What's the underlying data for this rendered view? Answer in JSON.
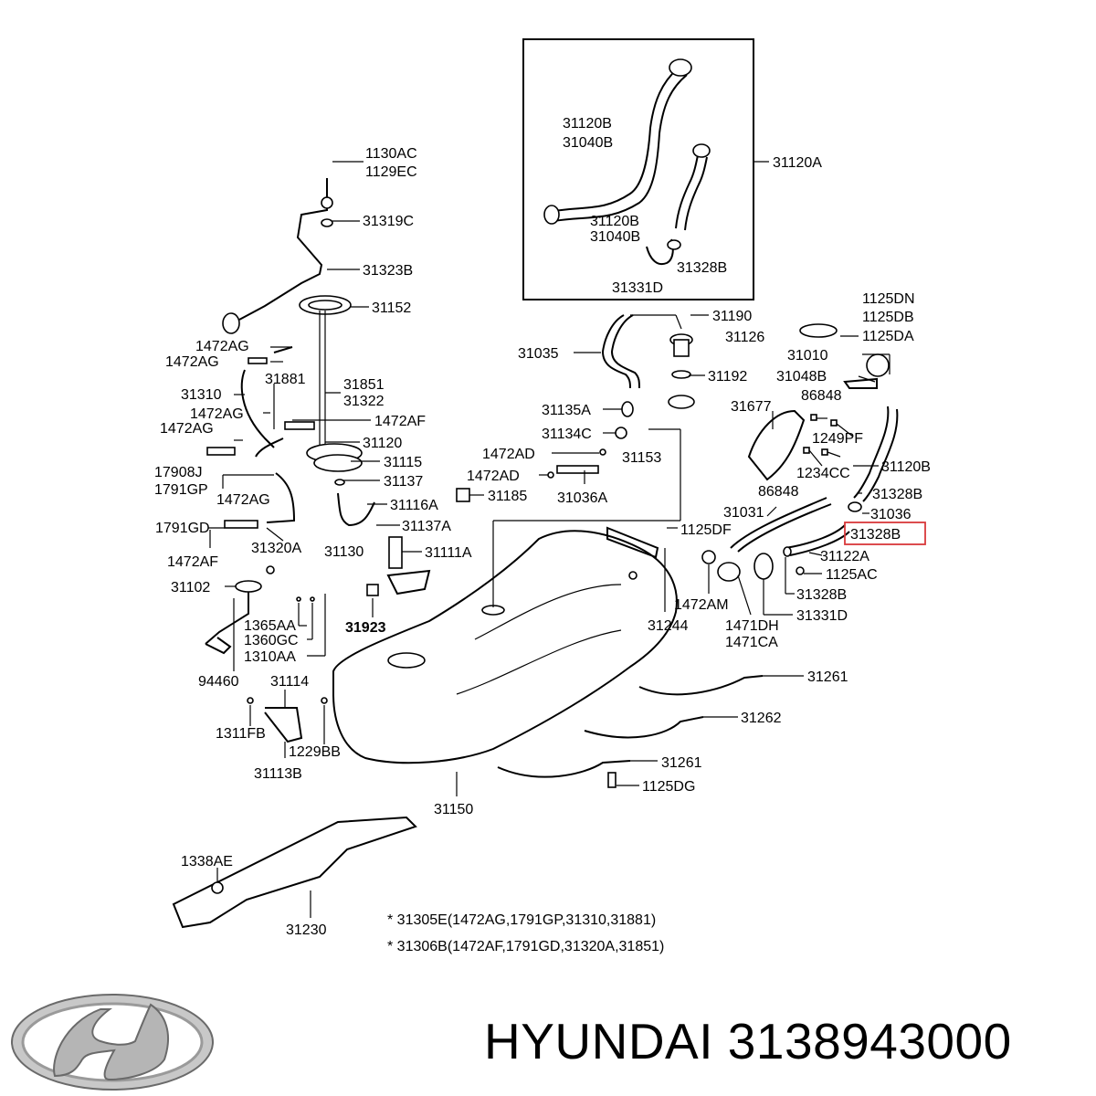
{
  "labels": {
    "l_1130ac": "1130AC",
    "l_1129ec": "1129EC",
    "l_31319c": "31319C",
    "l_31323b": "31323B",
    "l_31152": "31152",
    "l_1472ag_1": "1472AG",
    "l_1472ag_2": "1472AG",
    "l_31881": "31881",
    "l_31851": "31851",
    "l_31322": "31322",
    "l_31310": "31310",
    "l_1472ag_3": "1472AG",
    "l_1472af_1": "1472AF",
    "l_1472ag_4": "1472AG",
    "l_31120": "31120",
    "l_31115": "31115",
    "l_17908j": "17908J",
    "l_1791gp": "1791GP",
    "l_31137": "31137",
    "l_1472ag_5": "1472AG",
    "l_31116a": "31116A",
    "l_1791gd": "1791GD",
    "l_31137a": "31137A",
    "l_1472af_2": "1472AF",
    "l_31320a": "31320A",
    "l_31130": "31130",
    "l_31111a": "31111A",
    "l_31102": "31102",
    "l_1365aa": "1365AA",
    "l_1360gc": "1360GC",
    "l_1310aa": "1310AA",
    "l_31923": "31923",
    "l_94460": "94460",
    "l_31114": "31114",
    "l_1311fb": "1311FB",
    "l_1229bb": "1229BB",
    "l_31113b": "31113B",
    "l_31150": "31150",
    "l_1338ae": "1338AE",
    "l_31230": "31230",
    "l_31120b_1": "31120B",
    "l_31040b_1": "31040B",
    "l_31120a": "31120A",
    "l_31120b_2": "31120B",
    "l_31040b_2": "31040B",
    "l_31328b_1": "31328B",
    "l_31331d_1": "31331D",
    "l_31190": "31190",
    "l_31035": "31035",
    "l_31126": "31126",
    "l_1125dn": "1125DN",
    "l_1125db": "1125DB",
    "l_1125da": "1125DA",
    "l_31010": "31010",
    "l_31192": "31192",
    "l_31048b": "31048B",
    "l_31677": "31677",
    "l_86848_1": "86848",
    "l_31135a": "31135A",
    "l_31134c": "31134C",
    "l_1249pf": "1249PF",
    "l_1472ad_1": "1472AD",
    "l_31153": "31153",
    "l_31120b_3": "31120B",
    "l_1472ad_2": "1472AD",
    "l_1234cc": "1234CC",
    "l_86848_2": "86848",
    "l_31185": "31185",
    "l_31036a": "31036A",
    "l_31328b_2": "31328B",
    "l_31031": "31031",
    "l_31036": "31036",
    "l_1125df": "1125DF",
    "l_31328b_hl": "31328B",
    "l_31122a": "31122A",
    "l_1125ac": "1125AC",
    "l_31328b_3": "31328B",
    "l_1472am": "1472AM",
    "l_31244": "31244",
    "l_1471dh": "1471DH",
    "l_1471ca": "1471CA",
    "l_31331d_2": "31331D",
    "l_31261_1": "31261",
    "l_31262": "31262",
    "l_31261_2": "31261",
    "l_1125dg": "1125DG"
  },
  "notes": {
    "note1": "* 31305E(1472AG,1791GP,31310,31881)",
    "note2": "* 31306B(1472AF,1791GD,31320A,31851)"
  },
  "brand": {
    "logo_icon": "hyundai-logo-icon",
    "name": "HYUNDAI 3138943000",
    "highlight_color": "#d9383a"
  }
}
